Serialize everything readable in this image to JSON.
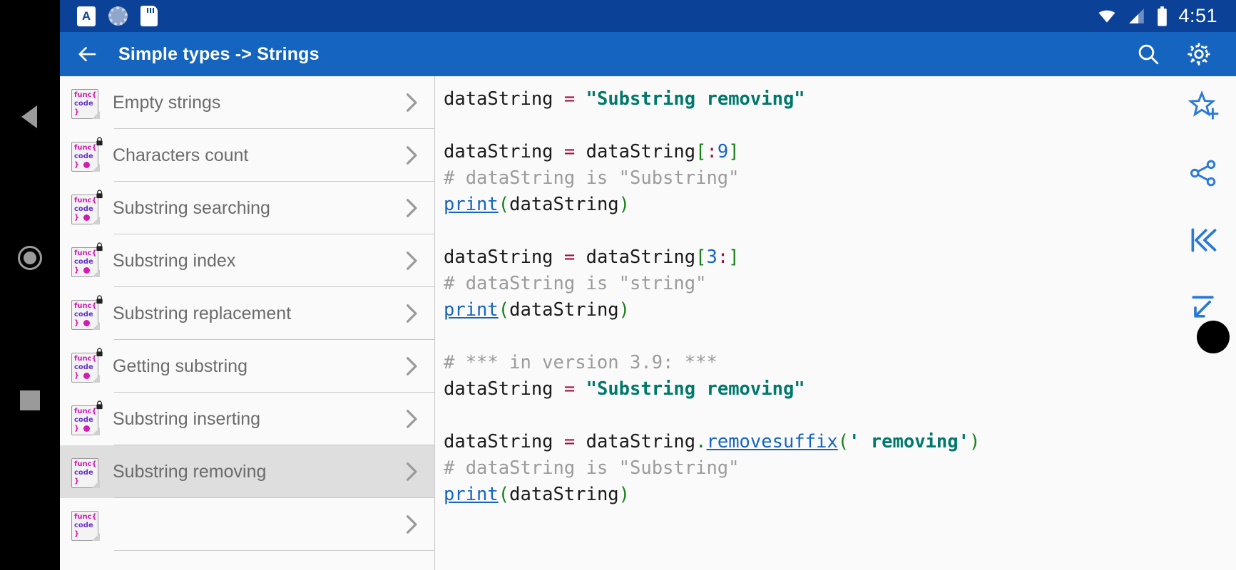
{
  "statusbar": {
    "time": "4:51",
    "left_icons": [
      "assistant-badge-icon",
      "sync-icon",
      "sd-card-icon"
    ],
    "right_icons": [
      "wifi-icon",
      "cellular-signal-icon",
      "battery-icon"
    ],
    "bg_color": "#0b4298"
  },
  "appbar": {
    "title": "Simple types -> Strings",
    "back_icon": "back-arrow-icon",
    "search_icon": "search-icon",
    "settings_icon": "gear-icon",
    "bg_color": "#1565C0"
  },
  "sidebar": {
    "selected_index": 7,
    "items": [
      {
        "label": "Empty strings",
        "locked": false,
        "dot": false
      },
      {
        "label": "Characters count",
        "locked": true,
        "dot": true
      },
      {
        "label": "Substring searching",
        "locked": true,
        "dot": true
      },
      {
        "label": "Substring index",
        "locked": true,
        "dot": true
      },
      {
        "label": "Substring replacement",
        "locked": true,
        "dot": true
      },
      {
        "label": "Getting substring",
        "locked": true,
        "dot": true
      },
      {
        "label": "Substring inserting",
        "locked": true,
        "dot": true
      },
      {
        "label": "Substring removing",
        "locked": false,
        "dot": false
      },
      {
        "label": "",
        "locked": false,
        "dot": false
      }
    ],
    "icon_name": "code-file-icon",
    "chevron_icon": "chevron-right-icon",
    "icon_text": {
      "line1": "func{",
      "line2": "code",
      "line3": "}"
    }
  },
  "code": {
    "language": "python",
    "lines": [
      [
        {
          "t": "dataString ",
          "c": "plain"
        },
        {
          "t": "=",
          "c": "op"
        },
        {
          "t": " ",
          "c": "plain"
        },
        {
          "t": "\"Substring removing\"",
          "c": "str"
        }
      ],
      [
        {
          "t": "",
          "c": "plain"
        }
      ],
      [
        {
          "t": "dataString ",
          "c": "plain"
        },
        {
          "t": "=",
          "c": "op"
        },
        {
          "t": " dataString",
          "c": "plain"
        },
        {
          "t": "[",
          "c": "brk"
        },
        {
          "t": ":",
          "c": "op"
        },
        {
          "t": "9",
          "c": "num"
        },
        {
          "t": "]",
          "c": "brk"
        }
      ],
      [
        {
          "t": "# dataString is \"Substring\"",
          "c": "cmt"
        }
      ],
      [
        {
          "t": "print",
          "c": "lnk"
        },
        {
          "t": "(",
          "c": "par"
        },
        {
          "t": "dataString",
          "c": "plain"
        },
        {
          "t": ")",
          "c": "par"
        }
      ],
      [
        {
          "t": "",
          "c": "plain"
        }
      ],
      [
        {
          "t": "dataString ",
          "c": "plain"
        },
        {
          "t": "=",
          "c": "op"
        },
        {
          "t": " dataString",
          "c": "plain"
        },
        {
          "t": "[",
          "c": "brk"
        },
        {
          "t": "3",
          "c": "num"
        },
        {
          "t": ":",
          "c": "op"
        },
        {
          "t": "]",
          "c": "brk"
        }
      ],
      [
        {
          "t": "# dataString is \"string\"",
          "c": "cmt"
        }
      ],
      [
        {
          "t": "print",
          "c": "lnk"
        },
        {
          "t": "(",
          "c": "par"
        },
        {
          "t": "dataString",
          "c": "plain"
        },
        {
          "t": ")",
          "c": "par"
        }
      ],
      [
        {
          "t": "",
          "c": "plain"
        }
      ],
      [
        {
          "t": "# *** in version 3.9: ***",
          "c": "cmt"
        }
      ],
      [
        {
          "t": "dataString ",
          "c": "plain"
        },
        {
          "t": "=",
          "c": "op"
        },
        {
          "t": " ",
          "c": "plain"
        },
        {
          "t": "\"Substring removing\"",
          "c": "str"
        }
      ],
      [
        {
          "t": "",
          "c": "plain"
        }
      ],
      [
        {
          "t": "dataString ",
          "c": "plain"
        },
        {
          "t": "=",
          "c": "op"
        },
        {
          "t": " dataString",
          "c": "plain"
        },
        {
          "t": ".",
          "c": "dot"
        },
        {
          "t": "removesuffix",
          "c": "lnk"
        },
        {
          "t": "(",
          "c": "par"
        },
        {
          "t": "' removing'",
          "c": "str"
        },
        {
          "t": ")",
          "c": "par"
        }
      ],
      [
        {
          "t": "# dataString is \"Substring\"",
          "c": "cmt"
        }
      ],
      [
        {
          "t": "print",
          "c": "lnk"
        },
        {
          "t": "(",
          "c": "par"
        },
        {
          "t": "dataString",
          "c": "plain"
        },
        {
          "t": ")",
          "c": "par"
        }
      ]
    ]
  },
  "rail": {
    "buttons": [
      {
        "name": "add-to-favorites-icon"
      },
      {
        "name": "share-icon"
      },
      {
        "name": "skip-to-start-icon"
      },
      {
        "name": "insert-arrow-icon"
      }
    ],
    "accent_color": "#2979d6"
  },
  "navbar": {
    "back": "back-triangle-icon",
    "home": "home-circle-icon",
    "recents": "recents-square-icon"
  }
}
